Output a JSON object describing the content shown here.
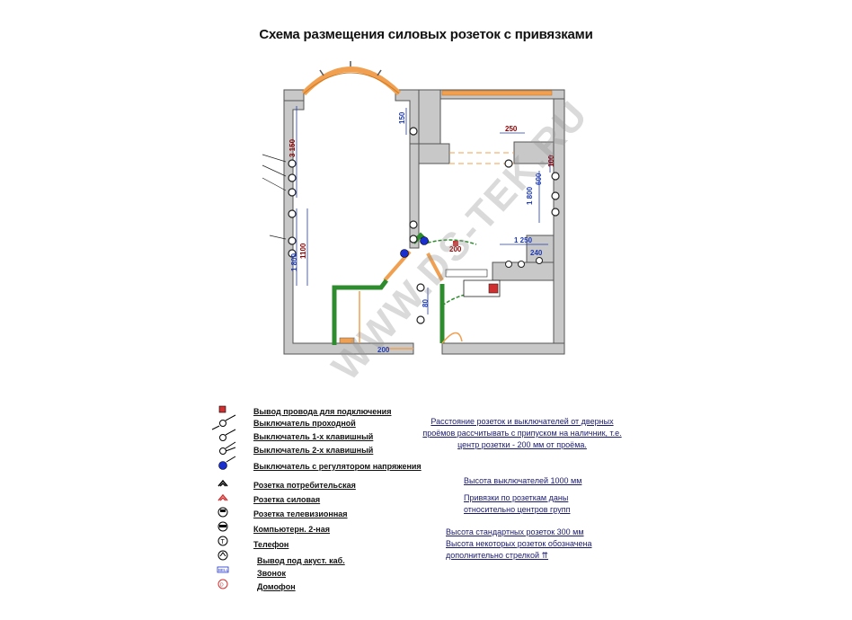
{
  "title": "Схема размещения силовых розеток с привязками",
  "watermark": "WWW.DS-TEK.RU",
  "dimensions": {
    "d150": "150",
    "d3150": "3 150",
    "d250": "250",
    "d100": "100",
    "d1800": "1 800",
    "d600": "600",
    "d1100": "1100",
    "d1250": "1 250",
    "d240": "240",
    "d200": "200",
    "d80": "80",
    "d200b": "200"
  },
  "legend": [
    {
      "icon": "output-wire-icon",
      "label": "Вывод провода для подключения"
    },
    {
      "icon": "pass-switch-icon",
      "label": "Выключатель проходной"
    },
    {
      "icon": "switch-1-icon",
      "label": "Выключатель 1-х клавишный"
    },
    {
      "icon": "switch-2-icon",
      "label": "Выключатель 2-х клавишный"
    },
    {
      "icon": "dimmer-switch-icon",
      "label": "Выключатель с регулятором напряжения"
    },
    {
      "icon": "consumer-socket-icon",
      "label": "Розетка потребительская"
    },
    {
      "icon": "power-socket-icon",
      "label": "Розетка силовая"
    },
    {
      "icon": "tv-socket-icon",
      "label": "Розетка телевизионная"
    },
    {
      "icon": "computer-socket-icon",
      "label": "Компьютерн. 2-ная"
    },
    {
      "icon": "phone-icon",
      "label": "Телефон"
    },
    {
      "icon": "audio-output-icon",
      "label": "Вывод под акуст. каб."
    },
    {
      "icon": "bell-icon",
      "label": "Звонок"
    },
    {
      "icon": "intercom-icon",
      "label": "Домофон"
    }
  ],
  "notes": {
    "n1": [
      "Расстояние розеток и выключателей от дверных",
      "проёмов рассчитывать с припуском на наличник, т.е.",
      "центр розетки - 200 мм от проёма."
    ],
    "n2": "Высота выключателей 1000 мм",
    "n3": [
      "Привязки по розеткам даны",
      "относительно центров групп"
    ],
    "n4": [
      "Высота стандартных розеток 300 мм",
      "Высота некоторых розеток обозначена",
      "дополнительно стрелкой ⇈"
    ]
  },
  "colors": {
    "wall": "#c8c8c8",
    "wall_outline": "#555555",
    "window": "#f0a050",
    "furniture": "#2e8b2e",
    "dimension": "#1f3bb3",
    "dim_red": "#8b0000",
    "note": "#1a1a6e"
  }
}
